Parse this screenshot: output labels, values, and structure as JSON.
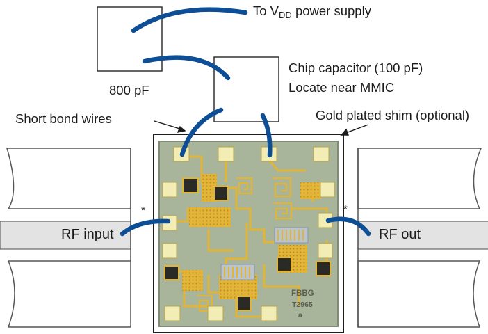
{
  "labels": {
    "vdd_prefix": "To V",
    "vdd_sub": "DD",
    "vdd_suffix": " power supply",
    "cap_800": "800 pF",
    "chip_cap_line1": "Chip capacitor (100 pF)",
    "chip_cap_line2": "Locate near MMIC",
    "short_bond": "Short bond wires",
    "gold_shim": "Gold plated shim (optional)",
    "rf_input": "RF input",
    "rf_out": "RF out",
    "asterisk_left": "*",
    "asterisk_right": "*",
    "die_mark_1": "FBBG",
    "die_mark_2": "T2965",
    "die_mark_3": "a"
  },
  "colors": {
    "bond_wire": "#0e4e95",
    "substrate": "#a8b59a",
    "metal_gold": "#e2b536",
    "pad_light": "#f2edb4",
    "pad_dark": "#2a2a26",
    "transmission_line_fill": "#e3e3e3"
  }
}
